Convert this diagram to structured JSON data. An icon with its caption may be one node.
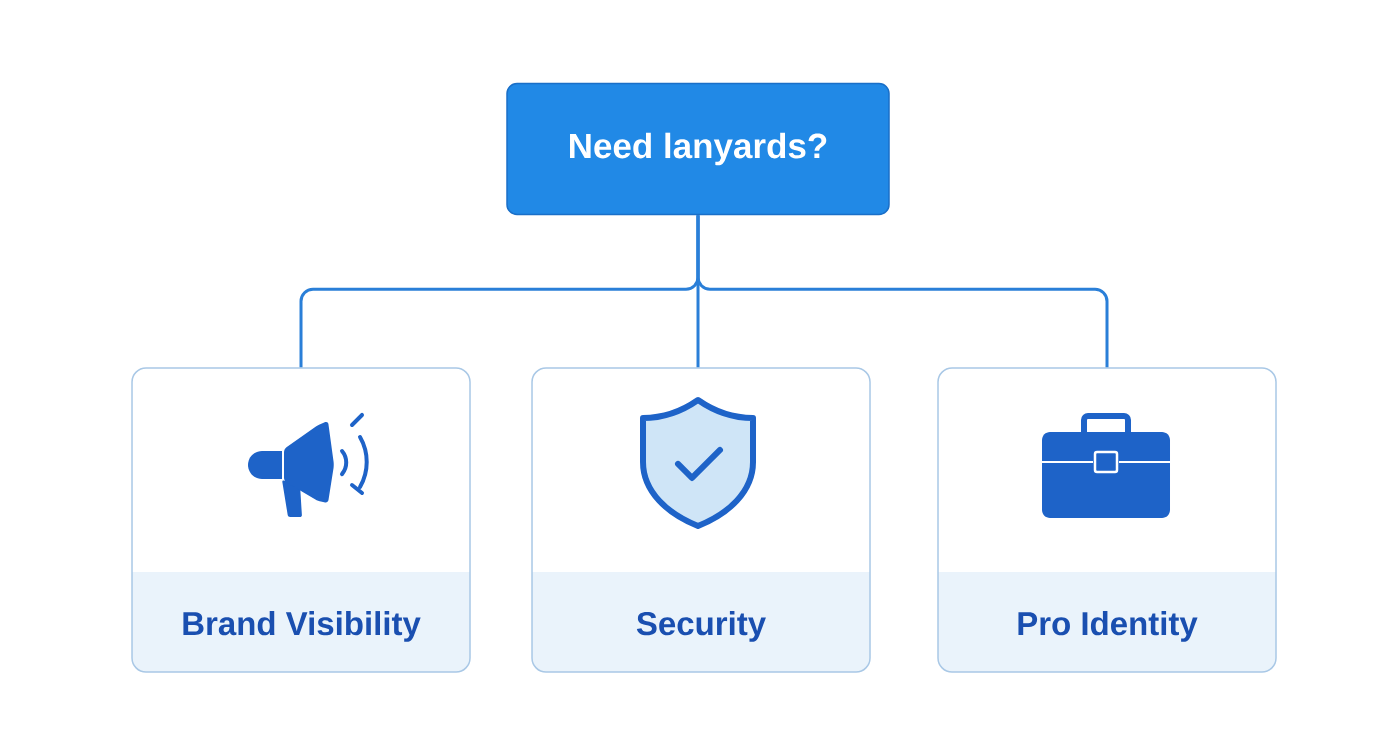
{
  "diagram": {
    "nodes": [
      {
        "text": [
          "Need lanyards?"
        ]
      },
      {
        "text": [
          "Brand Visibility"
        ]
      },
      {
        "text": [
          "Security"
        ]
      },
      {
        "text": [
          "Pro Identity"
        ]
      }
    ],
    "edges": [
      {
        "from": 0,
        "to": 1,
        "arrow": "none"
      },
      {
        "from": 0,
        "to": 2,
        "arrow": "none"
      },
      {
        "from": 0,
        "to": 3,
        "arrow": "none"
      }
    ]
  }
}
